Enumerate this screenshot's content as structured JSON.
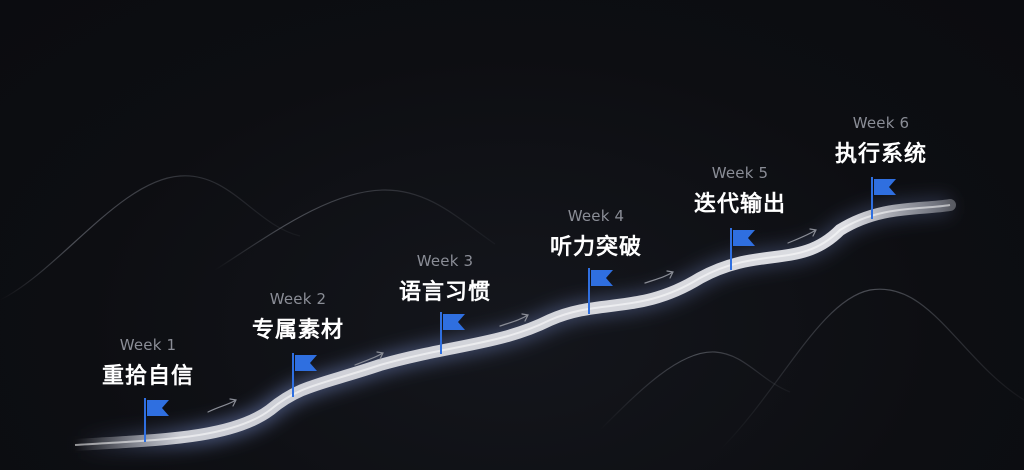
{
  "colors": {
    "background": "#0d0e12",
    "road": "#dcdde2",
    "flag": "#2f6fe0",
    "label_primary": "#ffffff",
    "label_secondary": "#8a8d96"
  },
  "milestones": [
    {
      "week": "Week 1",
      "title": "重拾自信"
    },
    {
      "week": "Week 2",
      "title": "专属素材"
    },
    {
      "week": "Week 3",
      "title": "语言习惯"
    },
    {
      "week": "Week 4",
      "title": "听力突破"
    },
    {
      "week": "Week 5",
      "title": "迭代输出"
    },
    {
      "week": "Week 6",
      "title": "执行系统"
    }
  ]
}
